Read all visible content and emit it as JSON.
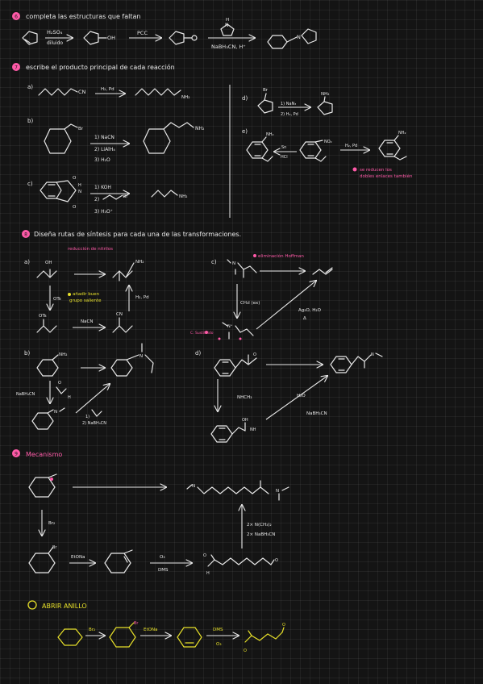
{
  "sections": {
    "s6": {
      "badge": "6",
      "title": "completa las estructuras que faltan"
    },
    "s7": {
      "badge": "7",
      "title": "escribe el producto principal de cada reacción"
    },
    "s8": {
      "badge": "8",
      "title": "Diseña rutas de síntesis para cada una de las transformaciones."
    },
    "s9": {
      "badge": "9",
      "title": "Mecanismo"
    },
    "abrir": {
      "badge": "",
      "title": "ABRIR ANILLO"
    }
  },
  "s6": {
    "reagent1_top": "H₂SO₄",
    "reagent1_bottom": "diluido",
    "oh": "OH",
    "pcc": "PCC",
    "pyrrolidine_h": "H",
    "pyrrolidine_n": "N",
    "nabh3cn": "NaBH₃CN, H⁺",
    "product_n": "N"
  },
  "s7": {
    "a_label": "a)",
    "a_cn": "CN",
    "a_reagent": "H₂, Pd",
    "a_product": "NH₂",
    "b_label": "b)",
    "b_br": "Br",
    "b_steps": [
      "1) NaCN",
      "2) LiAlH₄",
      "3) H₂O"
    ],
    "b_product": "NH₂",
    "c_label": "c)",
    "c_n": "N",
    "c_h": "H",
    "c_o1": "O",
    "c_o2": "O",
    "c_steps": [
      "1) KOH",
      "2)",
      "3) H₃O⁺"
    ],
    "c_br": "Br",
    "c_product": "NH₂",
    "d_label": "d)",
    "d_br": "Br",
    "d_steps": [
      "1) NaN₃",
      "2) H₂, Pd"
    ],
    "d_product": "NH₂",
    "e_label": "e)",
    "e_nh2": "NH₂",
    "e_reagent_top": "Sn",
    "e_reagent_bottom": "HCl",
    "e_no2": "NO₂",
    "e_reagent2": "H₂, Pd",
    "e_product": "NH₂",
    "e_note_1": "se reducen los",
    "e_note_2": "dobles enlaces también"
  },
  "s8": {
    "a_label": "a)",
    "a_note_top": "reducción de nitrilos",
    "a_oh": "OH",
    "a_nh2": "NH₂",
    "a_ots_reagent": "OTs",
    "a_note_1": "añadir buen",
    "a_note_2": "grupo saliente",
    "a_reagent_right": "H₂, Pd",
    "a_ots": "OTs",
    "a_nacn": "NaCN",
    "a_cn": "CN",
    "b_label": "b)",
    "b_nh2": "NH₂",
    "b_n": "N",
    "b_nabh3cn": "NaBH₃CN",
    "b_o": "O",
    "b_h": "H",
    "b_n2": "N",
    "b_step1": "1)",
    "b_step2": "2) NaBH₃CN",
    "c_label": "c)",
    "c_n": "N",
    "c_note_top": "eliminación Hoffman",
    "c_reagent_down": "CH₃I (ex)",
    "c_reagent_diag_top": "Ag₂O, H₂O",
    "c_reagent_diag_bottom": "Δ",
    "c_note_left": "C. Sustituido",
    "c_nplus": "N⁺",
    "d_label": "d)",
    "d_o": "O",
    "d_product_n": "N",
    "d_nhch3": "NHCH₃",
    "d_oh": "OH",
    "d_nh": "NH",
    "d_h2o": "H₂O",
    "d_nabh3cn": "NaBH₃CN"
  },
  "s9": {
    "n_left": "N",
    "n_right": "N",
    "reagent_up_1": "2× N(CH₃)₂",
    "reagent_up_2": "2× NaBH₃CN",
    "reagent_down": "Br₂",
    "br": "Br",
    "etona": "EtONa",
    "o3": "O₃",
    "dms": "DMS",
    "o_left": "O",
    "o_right": "O",
    "h": "H"
  },
  "abrir": {
    "br2": "Br₂",
    "br": "Br",
    "etona": "EtONa",
    "dms": "DMS",
    "o3": "O₃",
    "o_left": "O",
    "o_right": "O"
  }
}
